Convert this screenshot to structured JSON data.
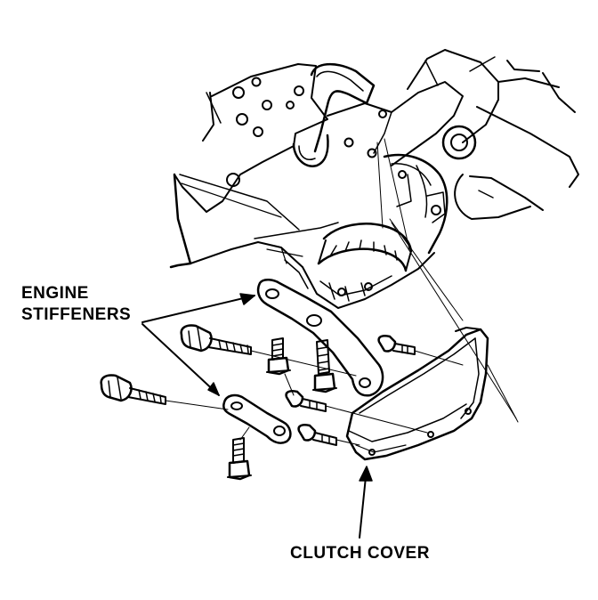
{
  "labels": {
    "engine_stiffeners_line1": "ENGINE",
    "engine_stiffeners_line2": "STIFFENERS",
    "clutch_cover": "CLUTCH COVER"
  },
  "colors": {
    "ink": "#000000",
    "paper": "#ffffff"
  }
}
